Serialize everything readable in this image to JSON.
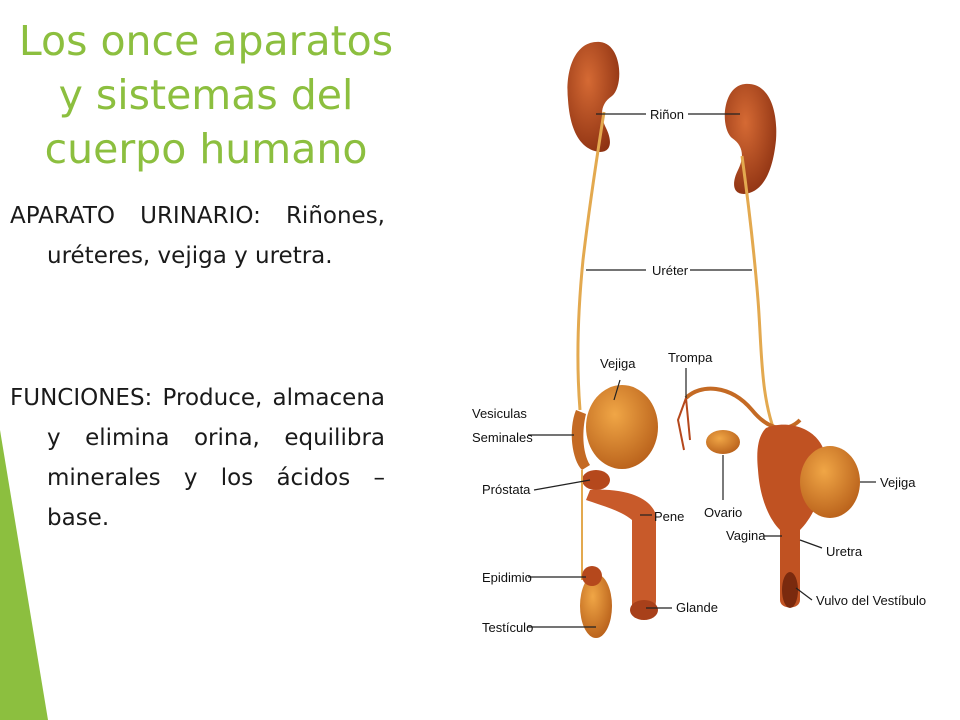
{
  "colors": {
    "accent": "#8CBF3F",
    "organ": "#B5481C",
    "bladder": "#D07F2A",
    "duct": "#E3A94F"
  },
  "title": "Los once aparatos\ny sistemas  del\ncuerpo humano",
  "paragraphs": {
    "system": "APARATO URINARIO: Riñones, uréteres, vejiga y uretra.",
    "functions": "FUNCIONES: Produce, almacena y elimina orina, equilibra minerales y los ácidos – base."
  },
  "diagram": {
    "labels": {
      "rinon": "Riñon",
      "ureter": "Uréter",
      "vejiga_male": "Vejiga",
      "trompa": "Trompa",
      "vesiculas": "Vesiculas",
      "seminales": "Seminales",
      "prostata": "Próstata",
      "pene": "Pene",
      "ovario": "Ovario",
      "vagina": "Vagina",
      "vejiga_female": "Vejiga",
      "uretra": "Uretra",
      "epidimio": "Epidimio",
      "testiculo": "Testículo",
      "glande": "Glande",
      "vulvo": "Vulvo del Vestíbulo"
    }
  }
}
